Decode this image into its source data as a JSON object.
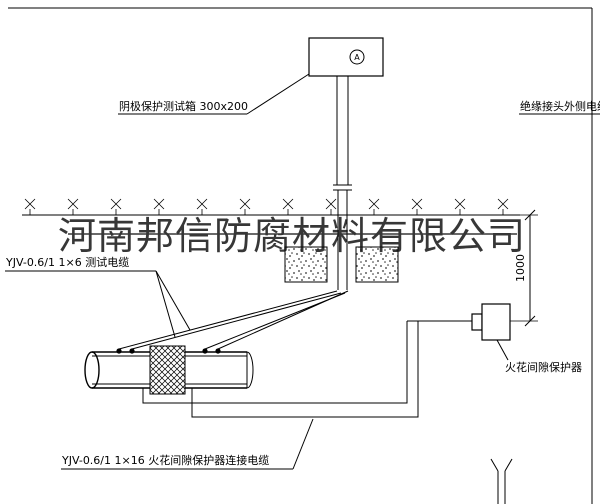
{
  "test_box": {
    "label": "阴极保护测试箱 300x200",
    "meter_letter": "A"
  },
  "cables": {
    "right_label": "绝缘接头外侧电缆",
    "test_cable_label": "YJV-0.6/1 1×6  测试电缆",
    "protector_cable_label": "YJV-0.6/1 1×16  火花间隙保护器连接电缆"
  },
  "protector": {
    "label": "火花间隙保护器"
  },
  "dimension": {
    "value": "1000"
  },
  "watermark": {
    "text": "河南邦信防腐材料有限公司"
  },
  "colors": {
    "line": "#000000",
    "background": "#ffffff",
    "watermark": "#111111"
  }
}
